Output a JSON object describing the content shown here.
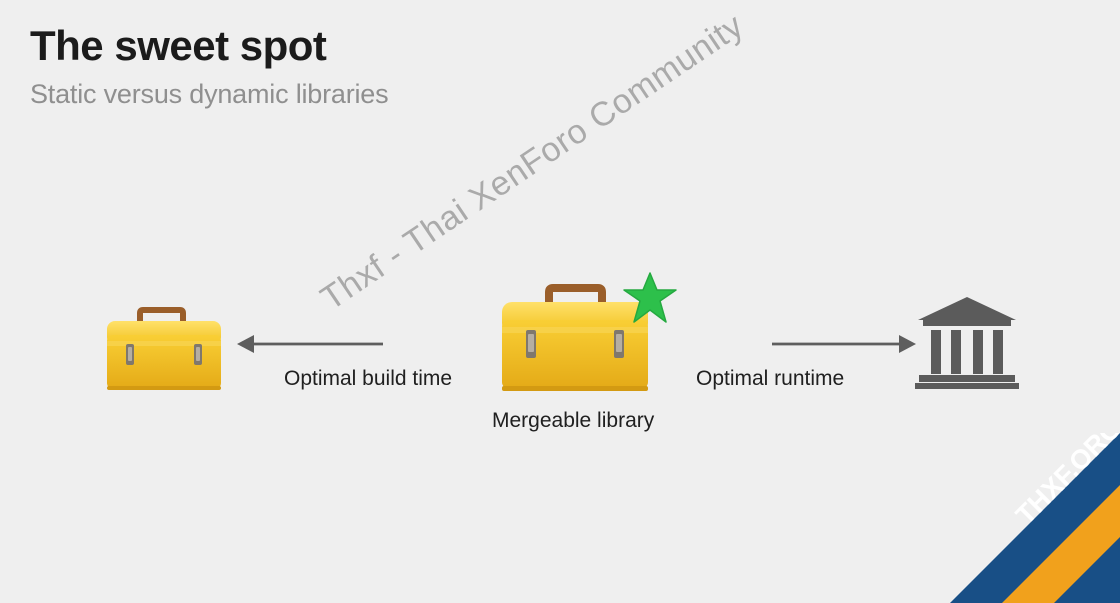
{
  "title": "The sweet spot",
  "subtitle": "Static versus dynamic libraries",
  "labels": {
    "optimal_build_time": "Optimal build time",
    "optimal_runtime": "Optimal runtime",
    "mergeable_library": "Mergeable library"
  },
  "watermark": {
    "text": "Thxf - Thai XenForo Community"
  },
  "brand": {
    "text": "THXF.ORG",
    "colors": {
      "blue": "#184f86",
      "orange": "#f1a11c",
      "white": "#ffffff"
    }
  },
  "icons": {
    "left": "toolbox-icon",
    "center": "toolbox-icon",
    "badge": "star-icon",
    "right": "building-icon"
  },
  "colors": {
    "background": "#efefef",
    "title": "#1b1b1b",
    "subtitle": "#8f8f8f",
    "arrow": "#5e5e5e",
    "toolbox_yellow": "#f4c31f",
    "toolbox_shadow": "#d59a10",
    "toolbox_handle": "#9a5e2a",
    "star_green": "#2dc04b",
    "building_gray": "#5b5b5b"
  }
}
